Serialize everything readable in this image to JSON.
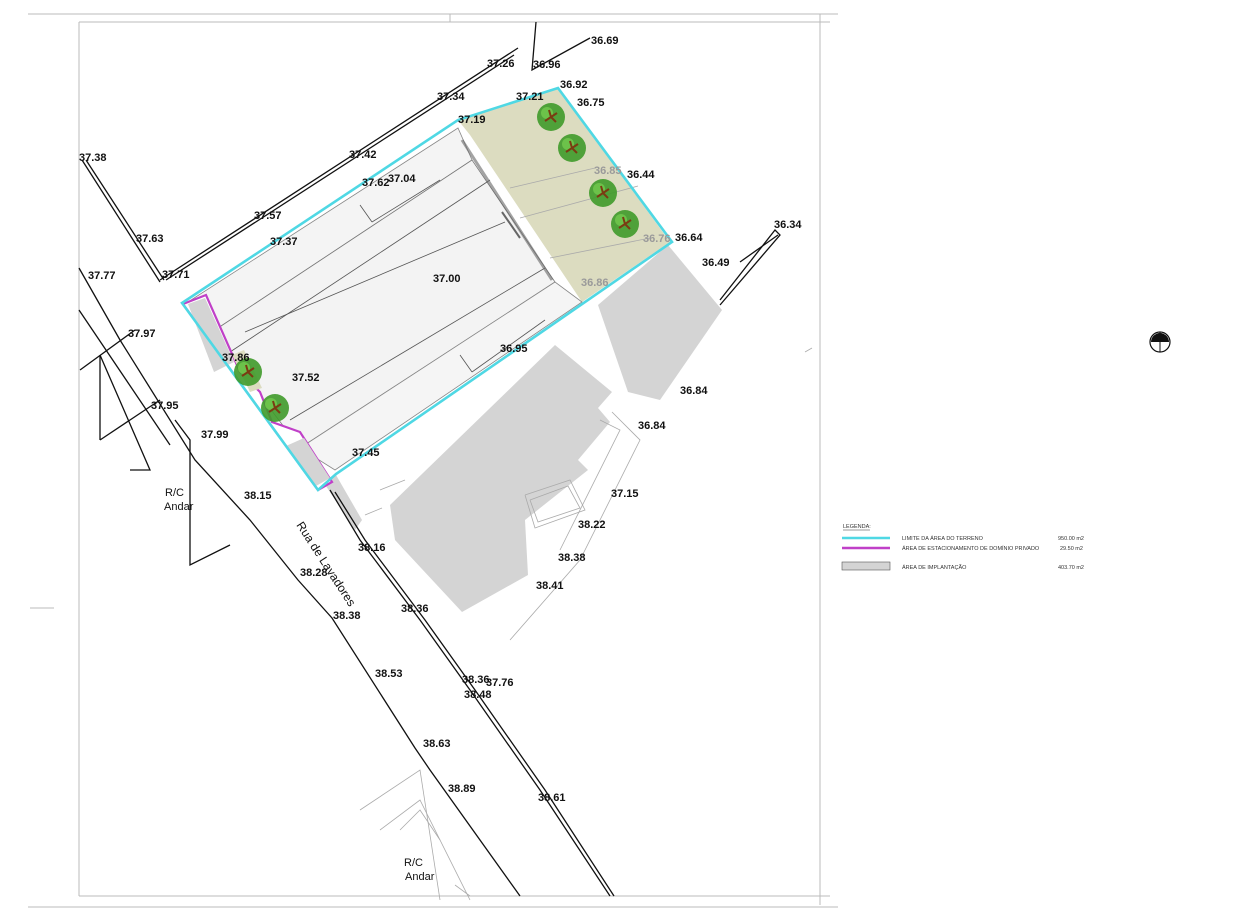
{
  "colors": {
    "boundary": "#4fd8e4",
    "parking": "#c040c8",
    "implantation": "#d4d4d4",
    "garden": "#dcdcc0",
    "tree": "#3f9a2a",
    "line": "#111111"
  },
  "icons": {
    "north": "north-arrow-icon",
    "tree": "tree-icon"
  },
  "elevations": [
    "36.69",
    "36.96",
    "37.26",
    "36.92",
    "37.34",
    "37.21",
    "36.75",
    "37.19",
    "37.38",
    "37.42",
    "37.62",
    "37.04",
    "36.85",
    "36.44",
    "37.57",
    "37.37",
    "36.34",
    "37.63",
    "36.76",
    "36.64",
    "36.49",
    "37.71",
    "37.00",
    "36.86",
    "37.77",
    "37.97",
    "37.86",
    "37.52",
    "36.95",
    "36.84",
    "37.95",
    "37.99",
    "36.84",
    "37.45",
    "37.15",
    "38.15",
    "38.22",
    "38.16",
    "38.38",
    "38.28",
    "38.41",
    "38.38",
    "38.36",
    "38.53",
    "38.36",
    "37.76",
    "38.48",
    "38.63",
    "38.89",
    "38.61"
  ],
  "notes": [
    {
      "line1": "R/C",
      "line2": "Andar"
    },
    {
      "line1": "R/C",
      "line2": "Andar"
    }
  ],
  "street_name": "Rua de Lavadores",
  "legend": {
    "title": "LEGENDA:",
    "items": [
      {
        "label": "LIMITE DA ÁREA DO TERRENO",
        "value": "950.00 m2"
      },
      {
        "label": "ÁREA DE ESTACIONAMENTO DE DOMÍNIO PRIVADO",
        "value": "29.50 m2"
      },
      {
        "label": "ÁREA DE IMPLANTAÇÃO",
        "value": "403.70 m2"
      }
    ]
  }
}
